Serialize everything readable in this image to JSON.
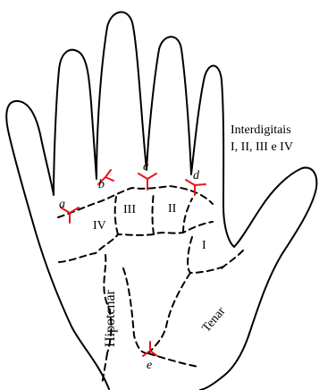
{
  "labels": {
    "interdigital_title": "Interdigitais",
    "interdigital_list": "I, II, III e IV",
    "region_IV": "IV",
    "region_III": "III",
    "region_II": "II",
    "region_I": "I",
    "hipotenar": "Hipotenar",
    "tenar": "Tenar"
  },
  "triradii": {
    "a": "a",
    "b": "b",
    "c": "c",
    "d": "d",
    "e": "e"
  },
  "colors": {
    "outline": "#000000",
    "triradius": "#e8141b",
    "background": "#ffffff"
  }
}
